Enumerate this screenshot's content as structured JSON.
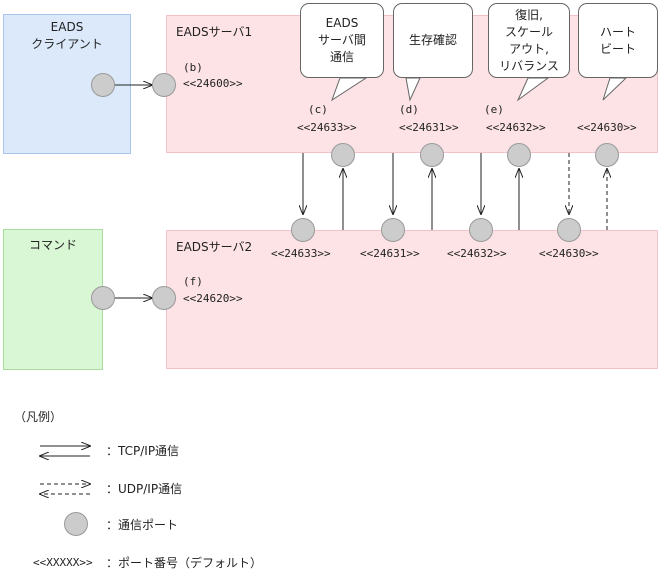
{
  "client": {
    "label": "EADS\nクライアント"
  },
  "command": {
    "label": "コマンド"
  },
  "server1": {
    "title": "EADSサーバ1",
    "port_main": {
      "tag": "(b)",
      "num": "<<24600>>"
    },
    "ports": [
      {
        "tag": "(c)",
        "num": "<<24633>>"
      },
      {
        "tag": "(d)",
        "num": "<<24631>>"
      },
      {
        "tag": "(e)",
        "num": "<<24632>>"
      },
      {
        "tag": "",
        "num": "<<24630>>"
      }
    ]
  },
  "server2": {
    "title": "EADSサーバ2",
    "port_main": {
      "tag": "(f)",
      "num": "<<24620>>"
    },
    "ports": [
      "<<24633>>",
      "<<24631>>",
      "<<24632>>",
      "<<24630>>"
    ]
  },
  "balloons": [
    "EADS\nサーバ間\n通信",
    "生存確認",
    "復旧,\nスケール\nアウト,\nリバランス",
    "ハート\nビート"
  ],
  "legend": {
    "title": "（凡例）",
    "tcp": "：TCP/IP通信",
    "udp": "：UDP/IP通信",
    "port": "：通信ポート",
    "default_tag": "<<XXXXX>>",
    "default_text": "：ポート番号（デフォルト）"
  }
}
